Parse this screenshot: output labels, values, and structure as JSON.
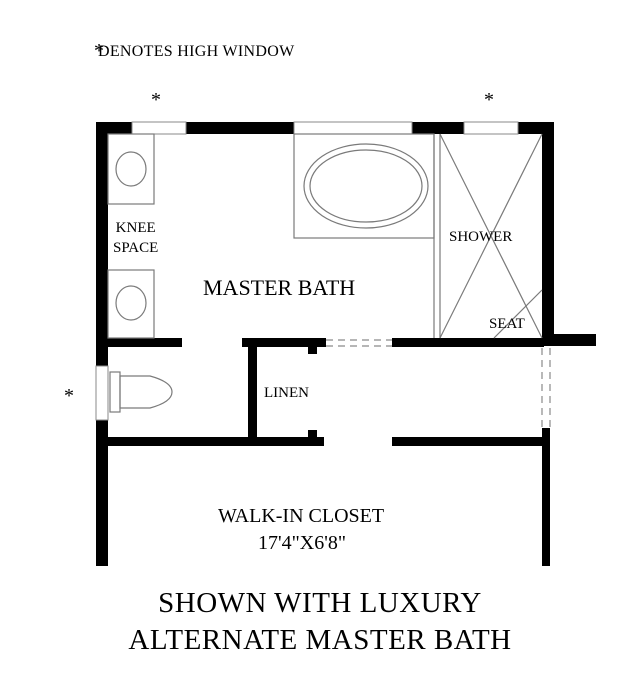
{
  "legend": {
    "symbol": "*",
    "note": "DENOTES HIGH WINDOW"
  },
  "rooms": {
    "knee_space_line1": "KNEE",
    "knee_space_line2": "SPACE",
    "master_bath": "MASTER BATH",
    "shower": "SHOWER",
    "seat": "SEAT",
    "linen": "LINEN",
    "walk_in_closet": "WALK-IN CLOSET",
    "walk_in_closet_dims": "17'4\"X6'8\""
  },
  "caption": {
    "line1": "SHOWN WITH LUXURY",
    "line2": "ALTERNATE MASTER BATH"
  },
  "colors": {
    "wall": "#000000",
    "fixture_line": "#8a8a8a",
    "background": "#ffffff"
  }
}
